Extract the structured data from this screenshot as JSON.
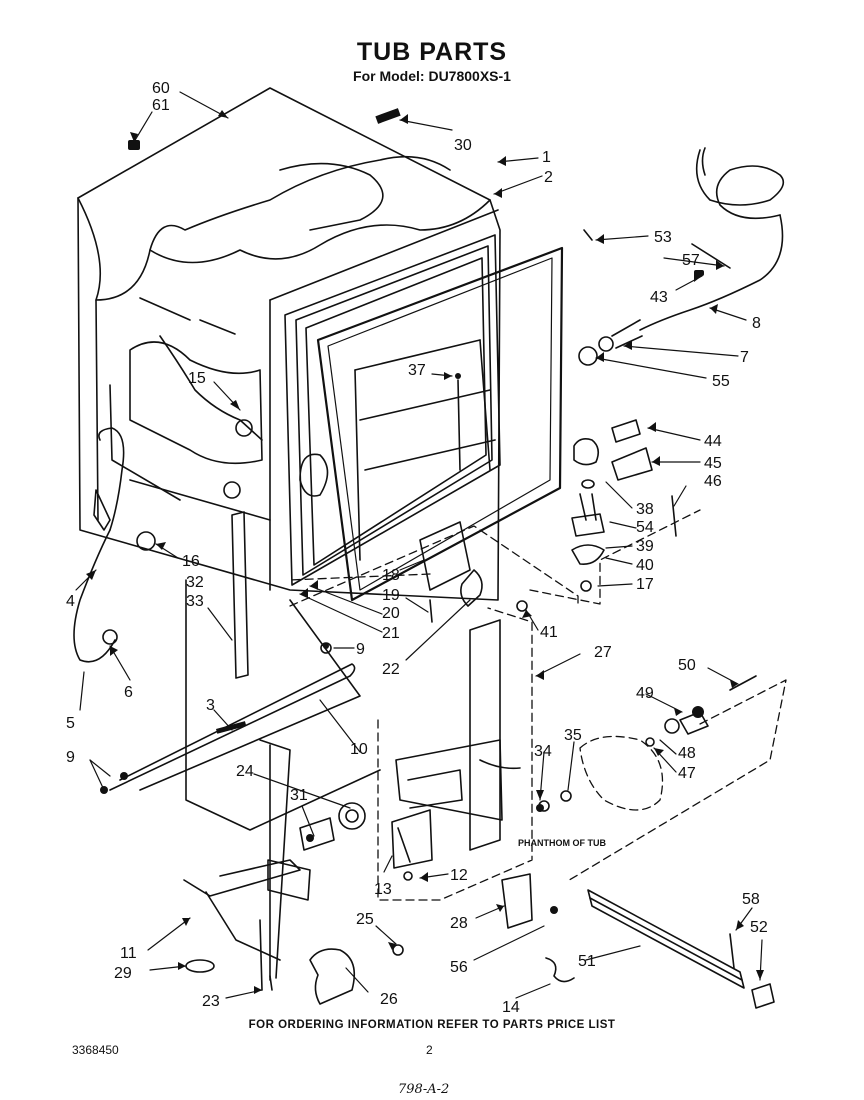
{
  "header": {
    "title": "TUB PARTS",
    "subtitle": "For Model: DU7800XS-1"
  },
  "footer": {
    "ordering_note": "FOR ORDERING INFORMATION REFER TO PARTS PRICE LIST",
    "document_number": "3368450",
    "page_number": "2",
    "handwritten_note": "798-A-2"
  },
  "diagram": {
    "phantom_label": "PHANTHOM OF TUB",
    "callouts": [
      "60",
      "61",
      "30",
      "1",
      "2",
      "53",
      "57",
      "43",
      "8",
      "7",
      "55",
      "15",
      "37",
      "44",
      "45",
      "46",
      "38",
      "54",
      "39",
      "40",
      "17",
      "16",
      "4",
      "32",
      "33",
      "18",
      "19",
      "20",
      "21",
      "41",
      "22",
      "6",
      "9",
      "3",
      "27",
      "50",
      "49",
      "48",
      "47",
      "10",
      "5",
      "24",
      "34",
      "35",
      "31",
      "12",
      "13",
      "28",
      "56",
      "14",
      "58",
      "52",
      "51",
      "11",
      "29",
      "25",
      "23",
      "26"
    ]
  }
}
